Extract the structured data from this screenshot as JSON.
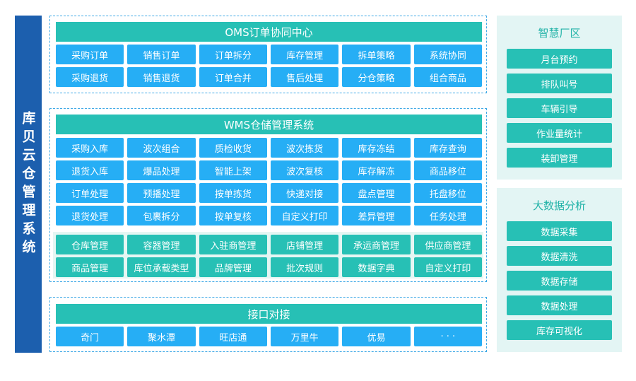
{
  "system_title": "库贝云仓管理系统",
  "colors": {
    "primary_navy": "#1c5fae",
    "module_blue": "#26aef5",
    "module_teal": "#27c0b5",
    "side_panel_bg": "#e3f5f4",
    "dashed_border": "#3fa9e6"
  },
  "oms": {
    "title": "OMS订单协同中心",
    "items": [
      "采购订单",
      "销售订单",
      "订单拆分",
      "库存管理",
      "拆单策略",
      "系统协同",
      "采购退货",
      "销售退货",
      "订单合并",
      "售后处理",
      "分仓策略",
      "组合商品"
    ]
  },
  "wms": {
    "title": "WMS仓储管理系统",
    "items": [
      "采购入库",
      "波次组合",
      "质检收货",
      "波次拣货",
      "库存冻结",
      "库存查询",
      "退货入库",
      "爆品处理",
      "智能上架",
      "波次复核",
      "库存解冻",
      "商品移位",
      "订单处理",
      "预播处理",
      "按单拣货",
      "快递对接",
      "盘点管理",
      "托盘移位",
      "退货处理",
      "包裹拆分",
      "按单复核",
      "自定义打印",
      "差异管理",
      "任务处理"
    ],
    "base_items": [
      "仓库管理",
      "容器管理",
      "入驻商管理",
      "店铺管理",
      "承运商管理",
      "供应商管理",
      "商品管理",
      "库位承载类型",
      "品牌管理",
      "批次规则",
      "数据字典",
      "自定义打印"
    ]
  },
  "api": {
    "title": "接口对接",
    "items": [
      "奇门",
      "聚水潭",
      "旺店通",
      "万里牛",
      "优易",
      "· · ·"
    ]
  },
  "smart_park": {
    "title": "智慧厂区",
    "items": [
      "月台预约",
      "排队叫号",
      "车辆引导",
      "作业量统计",
      "装卸管理"
    ]
  },
  "big_data": {
    "title": "大数据分析",
    "items": [
      "数据采集",
      "数据清洗",
      "数据存储",
      "数据处理",
      "库存可视化"
    ]
  }
}
